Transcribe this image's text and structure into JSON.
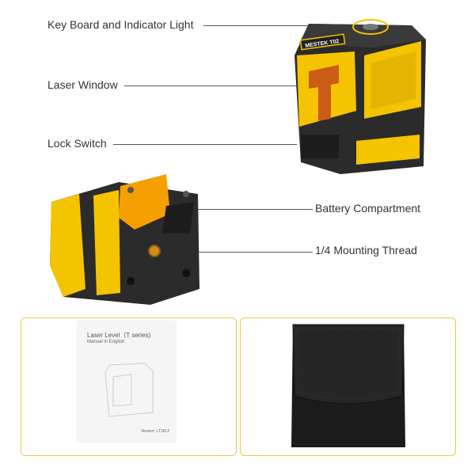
{
  "callouts": [
    {
      "label": "Key Board and Indicator Light"
    },
    {
      "label": "Laser Window"
    },
    {
      "label": "Lock Switch"
    },
    {
      "label": "Battery Compartment"
    },
    {
      "label": "1/4 Mounting Thread"
    }
  ],
  "product": {
    "brand_logo": "MESTEK",
    "model": "T02",
    "body_color": "#f5c400",
    "shell_color": "#2b2b2b"
  },
  "manual": {
    "title": "Laser Level（T series)",
    "subtitle": "Manual in English",
    "version": "Version: LT1812"
  },
  "panel_border_color": "#f0c64a"
}
